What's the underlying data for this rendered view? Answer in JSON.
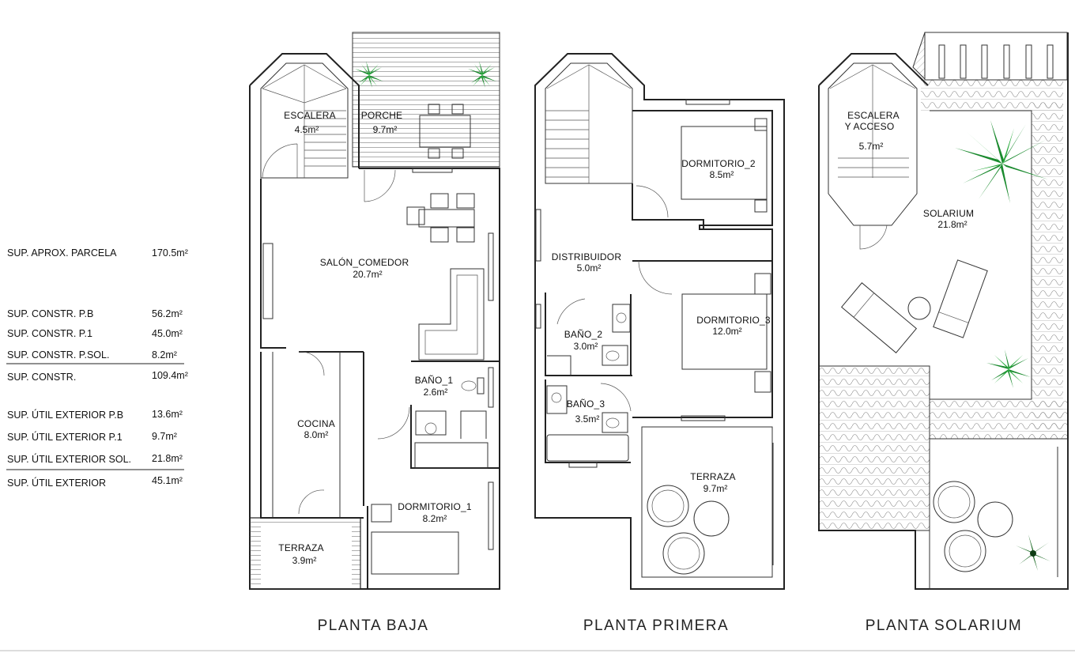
{
  "summary": [
    {
      "label": "SUP. APROX. PARCELA",
      "value": "170.5m²",
      "underline": false
    },
    {
      "label": "SUP. CONSTR. P.B",
      "value": "56.2m²",
      "underline": false
    },
    {
      "label": "SUP. CONSTR. P.1",
      "value": "45.0m²",
      "underline": false
    },
    {
      "label": "SUP. CONSTR. P.SOL.",
      "value": "8.2m²",
      "underline": true
    },
    {
      "label": "SUP. CONSTR.",
      "value": "109.4m²",
      "underline": false
    },
    {
      "label": "SUP. ÚTIL EXTERIOR P.B",
      "value": "13.6m²",
      "underline": false
    },
    {
      "label": "SUP. ÚTIL EXTERIOR P.1",
      "value": "9.7m²",
      "underline": false
    },
    {
      "label": "SUP. ÚTIL EXTERIOR SOL.",
      "value": "21.8m²",
      "underline": true
    },
    {
      "label": "SUP. ÚTIL EXTERIOR",
      "value": "45.1m²",
      "underline": false
    }
  ],
  "plans": {
    "baja": {
      "title": "PLANTA BAJA",
      "rooms": {
        "escalera": {
          "name": "ESCALERA",
          "area": "4.5m²"
        },
        "porche": {
          "name": "PORCHE",
          "area": "9.7m²"
        },
        "salon": {
          "name": "SALÓN_COMEDOR",
          "area": "20.7m²"
        },
        "bano1": {
          "name": "BAÑO_1",
          "area": "2.6m²"
        },
        "cocina": {
          "name": "COCINA",
          "area": "8.0m²"
        },
        "dormitorio1": {
          "name": "DORMITORIO_1",
          "area": "8.2m²"
        },
        "terraza": {
          "name": "TERRAZA",
          "area": "3.9m²"
        }
      }
    },
    "primera": {
      "title": "PLANTA PRIMERA",
      "rooms": {
        "dormitorio2": {
          "name": "DORMITORIO_2",
          "area": "8.5m²"
        },
        "distribuidor": {
          "name": "DISTRIBUIDOR",
          "area": "5.0m²"
        },
        "dormitorio3": {
          "name": "DORMITORIO_3",
          "area": "12.0m²"
        },
        "bano2": {
          "name": "BAÑO_2",
          "area": "3.0m²"
        },
        "bano3": {
          "name": "BAÑO_3",
          "area": "3.5m²"
        },
        "terraza": {
          "name": "TERRAZA",
          "area": "9.7m²"
        }
      }
    },
    "solarium": {
      "title": "PLANTA SOLARIUM",
      "rooms": {
        "escalera": {
          "name1": "ESCALERA",
          "name2": "Y ACCESO",
          "area": "5.7m²"
        },
        "solarium": {
          "name": "SOLARIUM",
          "area": "21.8m²"
        }
      }
    }
  }
}
